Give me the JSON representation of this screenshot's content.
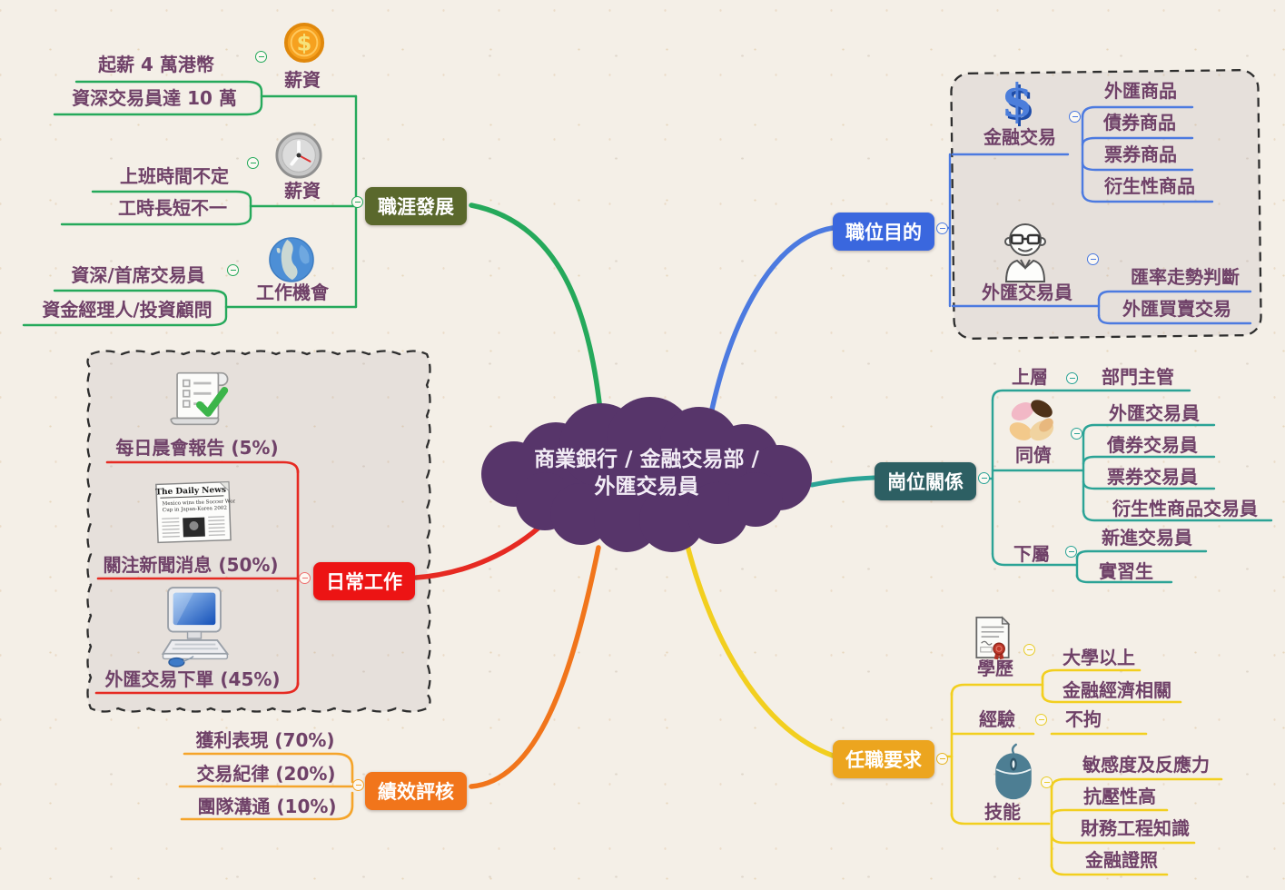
{
  "colors": {
    "background": "#F4EFE7",
    "center_fill": "#57356A",
    "item_text": "#6F4168",
    "career_box": "#5A682C",
    "career_line": "#25A95B",
    "purpose_box": "#3A67DE",
    "purpose_line": "#4C7AE0",
    "relations_box": "#2D5F63",
    "relations_line": "#2BA396",
    "daily_box": "#EC1414",
    "daily_line": "#E62A22",
    "performance_box": "#F1751B",
    "performance_line": "#F5A42A",
    "requirements_box": "#ECA51F",
    "requirements_line": "#F2CF1F"
  },
  "center": {
    "line1": "商業銀行 / 金融交易部 /",
    "line2": "外匯交易員"
  },
  "career": {
    "label": "職涯發展",
    "groups": [
      {
        "icon": "coin-icon",
        "label": "薪資",
        "items": [
          "起薪 4 萬港幣",
          "資深交易員達 10 萬"
        ]
      },
      {
        "icon": "clock-icon",
        "label": "薪資",
        "items": [
          "上班時間不定",
          "工時長短不一"
        ]
      },
      {
        "icon": "globe-icon",
        "label": "工作機會",
        "items": [
          "資深/首席交易員",
          "資金經理人/投資顧問"
        ]
      }
    ]
  },
  "purpose": {
    "label": "職位目的",
    "groups": [
      {
        "icon": "dollar-icon",
        "label": "金融交易",
        "items": [
          "外匯商品",
          "債券商品",
          "票券商品",
          "衍生性商品"
        ]
      },
      {
        "icon": "trader-icon",
        "label": "外匯交易員",
        "items": [
          "匯率走勢判斷",
          "外匯買賣交易"
        ]
      }
    ]
  },
  "relations": {
    "label": "崗位關係",
    "upper": {
      "label": "上層",
      "items": [
        "部門主管"
      ]
    },
    "peers": {
      "icon": "hands-icon",
      "label": "同儕",
      "items": [
        "外匯交易員",
        "債券交易員",
        "票券交易員",
        "衍生性商品交易員"
      ]
    },
    "subordinates": {
      "label": "下屬",
      "items": [
        "新進交易員",
        "實習生"
      ]
    }
  },
  "daily": {
    "label": "日常工作",
    "items": [
      "每日晨會報告 (5%)",
      "關注新聞消息 (50%)",
      "外匯交易下單 (45%)"
    ],
    "newspaper": {
      "masthead": "The Daily News",
      "headline1": "Mexico wins the Soccer World",
      "headline2": "Cup in Japan-Korea 2002"
    }
  },
  "performance": {
    "label": "績效評核",
    "items": [
      "獲利表現 (70%)",
      "交易紀律 (20%)",
      "團隊溝通 (10%)"
    ]
  },
  "requirements": {
    "label": "任職要求",
    "education": {
      "icon": "diploma-icon",
      "label": "學歷",
      "items": [
        "大學以上",
        "金融經濟相關"
      ]
    },
    "experience": {
      "label": "經驗",
      "items": [
        "不拘"
      ]
    },
    "skills": {
      "icon": "mouse-icon",
      "label": "技能",
      "items": [
        "敏感度及反應力",
        "抗壓性高",
        "財務工程知識",
        "金融證照"
      ]
    }
  }
}
